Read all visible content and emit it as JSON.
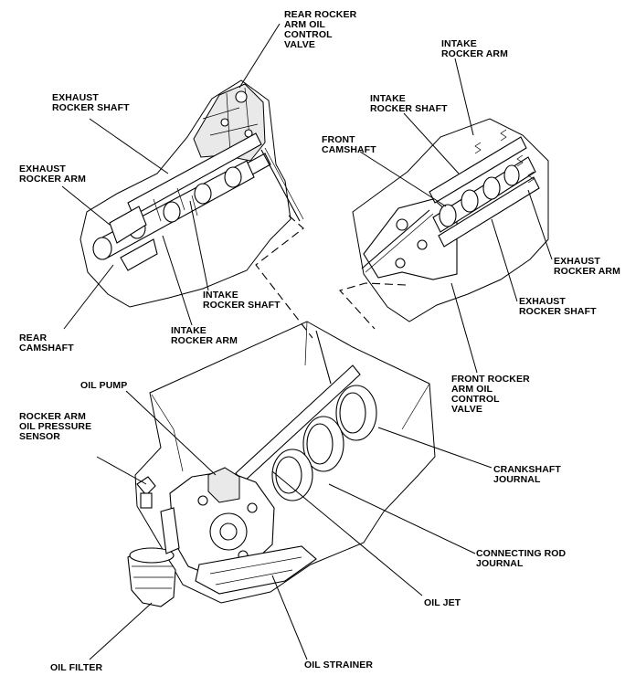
{
  "labels": {
    "rear_rocker_valve": "REAR ROCKER\nARM OIL\nCONTROL\nVALVE",
    "exhaust_rocker_shaft_rear": "EXHAUST\nROCKER SHAFT",
    "exhaust_rocker_arm_rear": "EXHAUST\nROCKER ARM",
    "intake_rocker_shaft_rear": "INTAKE\nROCKER SHAFT",
    "intake_rocker_arm_rear": "INTAKE\nROCKER ARM",
    "rear_camshaft": "REAR\nCAMSHAFT",
    "intake_rocker_arm_front": "INTAKE\nROCKER ARM",
    "intake_rocker_shaft_front": "INTAKE\nROCKER SHAFT",
    "front_camshaft": "FRONT\nCAMSHAFT",
    "exhaust_rocker_arm_front": "EXHAUST\nROCKER ARM",
    "exhaust_rocker_shaft_front": "EXHAUST\nROCKER SHAFT",
    "front_rocker_valve": "FRONT ROCKER\nARM OIL\nCONTROL\nVALVE",
    "oil_pump": "OIL PUMP",
    "oil_pressure_sensor": "ROCKER ARM\nOIL PRESSURE\nSENSOR",
    "crankshaft_journal": "CRANKSHAFT\nJOURNAL",
    "connecting_rod_journal": "CONNECTING ROD\nJOURNAL",
    "oil_jet": "OIL JET",
    "oil_filter": "OIL FILTER",
    "oil_strainer": "OIL STRAINER"
  }
}
